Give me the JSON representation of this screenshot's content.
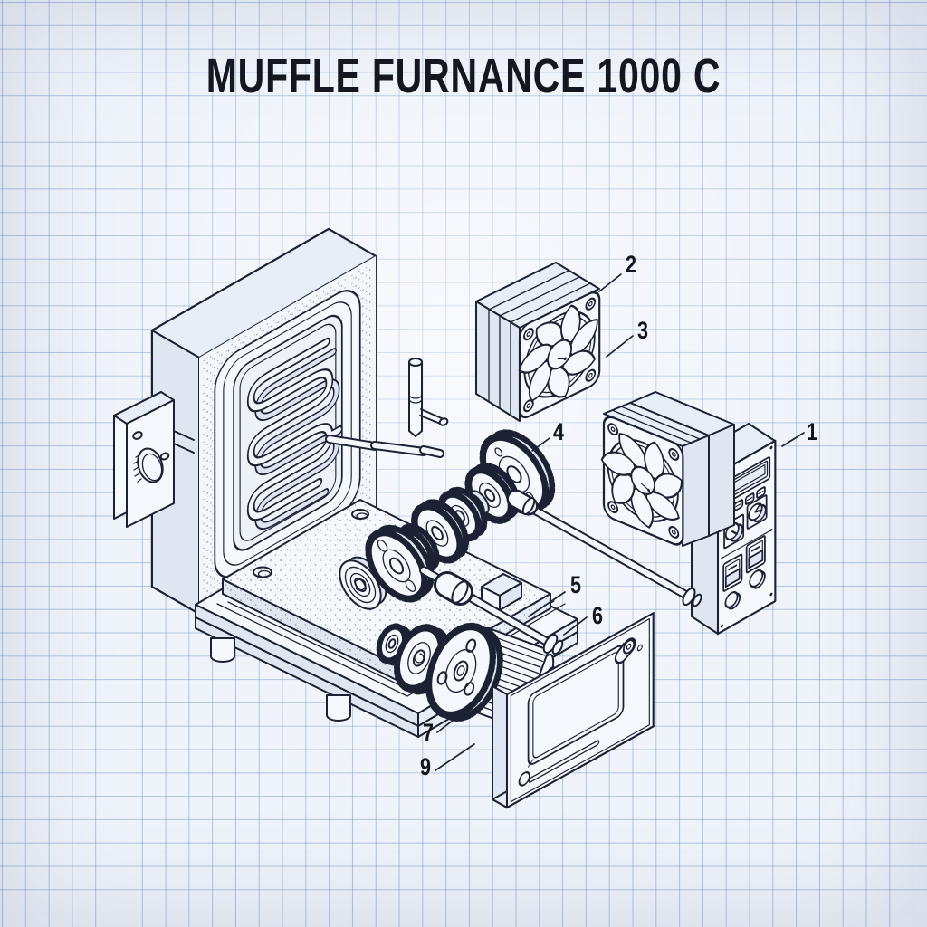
{
  "title": "MUFFLE FURNANCE 1000 C",
  "style": {
    "paper_color": "#eff3fa",
    "grid_color": "#7a99c7",
    "ink_color": "#1c2233",
    "part_fill_color": "#f5f8fc",
    "shade_color": "#dfe6f1"
  },
  "callouts": [
    {
      "label": "1"
    },
    {
      "label": "2"
    },
    {
      "label": "3"
    },
    {
      "label": "4"
    },
    {
      "label": "5"
    },
    {
      "label": "6"
    },
    {
      "label": "7"
    },
    {
      "label": "9"
    }
  ]
}
